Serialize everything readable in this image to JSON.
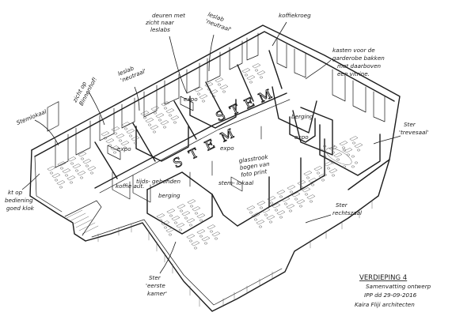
{
  "drawing": {
    "floor_title": "VERDIEPING 4",
    "subtitle": "Samenvatting ontwerp",
    "ipp_line": "IPP dd 29-09-2016",
    "author": "Kaira Fliji architecten"
  },
  "centerpiece": {
    "letters": [
      "S",
      "T",
      "E",
      "M"
    ],
    "upper_letters": [
      "S",
      "T",
      "E",
      "M"
    ]
  },
  "annotations": [
    {
      "id": "zicht-op-binnenhof",
      "lines": [
        "zicht op",
        "Binnenhof!"
      ]
    },
    {
      "id": "leslab-neutraal-1",
      "lines": [
        "leslab",
        "'neutraal'"
      ]
    },
    {
      "id": "deuren-met-zicht",
      "lines": [
        "deuren met",
        "zicht naar",
        "leslabs"
      ]
    },
    {
      "id": "leslab-neutraal-2",
      "lines": [
        "leslab",
        "'neutraal'"
      ]
    },
    {
      "id": "koffiekroeg",
      "lines": [
        "koffiekroeg"
      ]
    },
    {
      "id": "kasten-garderobe",
      "lines": [
        "kasten voor de",
        "garderobe bakken",
        "met daarboven",
        "een vitrine."
      ]
    },
    {
      "id": "stemlokaal",
      "lines": [
        "Stemlokaal"
      ]
    },
    {
      "id": "ster-trevesaal",
      "lines": [
        "Ster",
        "'trevesaal'"
      ]
    },
    {
      "id": "glasstrook",
      "lines": [
        "glasstrook",
        "bogen van",
        "foto print"
      ]
    },
    {
      "id": "kt-bediening",
      "lines": [
        "kt op",
        "bediening",
        "goed klok"
      ]
    },
    {
      "id": "ster-rechtszaal",
      "lines": [
        "Ster",
        "rechtszaal"
      ]
    },
    {
      "id": "ster-eerste-kamer",
      "lines": [
        "Ster",
        "'eerste",
        "kamer'"
      ]
    }
  ],
  "room_labels": {
    "expo_1": "expo",
    "expo_2": "expo",
    "expo_3": "expo",
    "expo_4": "expo",
    "koffie_au": "koffie aut.",
    "tijdsgebonden": "tijds- gebonden",
    "stemlokaal": "stem- lokaal",
    "berging_1": "berging",
    "berging_2": "berging"
  },
  "colors": {
    "ink": "#1c1c1c",
    "paper": "#ffffff"
  }
}
